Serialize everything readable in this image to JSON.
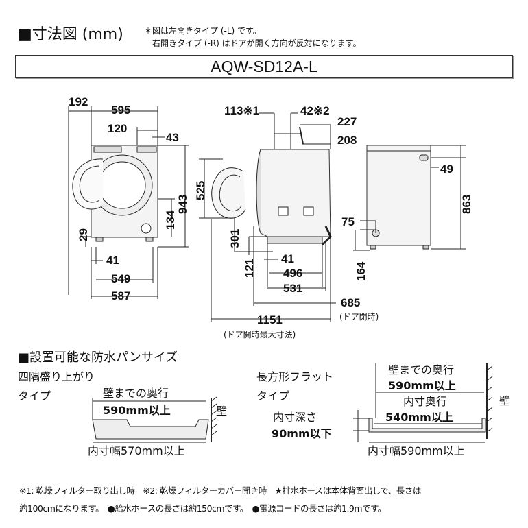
{
  "header": {
    "title": "■寸法図 (mm)",
    "note_line1": "＊図は左開きタイプ (-L) です。",
    "note_line2": "右開きタイプ (-R) はドアが開く方向が反対になります。",
    "model": "AQW-SD12A-L"
  },
  "front_view": {
    "d192": "192",
    "d595": "595",
    "d120": "120",
    "d43": "43",
    "d943": "943",
    "d134": "134",
    "d29": "29",
    "d41": "41",
    "d549": "549",
    "d587": "587"
  },
  "side_view": {
    "d113": "113※1",
    "d42": "42※2",
    "d227": "227",
    "d208": "208",
    "d525": "525",
    "d301": "301",
    "d121": "121",
    "d41": "41",
    "d496": "496",
    "d531": "531",
    "d685": "685",
    "door_closed": "(ドア閉時)",
    "d1151": "1151",
    "door_open_max": "(ドア開時最大寸法)"
  },
  "rear_view": {
    "d49": "49",
    "d863": "863",
    "d75": "75",
    "d164": "164"
  },
  "pan": {
    "title": "■設置可能な防水パンサイズ",
    "type1": {
      "name_line1": "四隅盛り上がり",
      "name_line2": "タイプ",
      "depth_label": "壁までの奥行",
      "depth_value": "590mm以上",
      "wall": "壁",
      "width": "内寸幅570mm以上"
    },
    "type2": {
      "name_line1": "長方形フラット",
      "name_line2": "タイプ",
      "depth_label": "壁までの奥行",
      "depth_value": "590mm以上",
      "inner_depth_label": "内寸奥行",
      "inner_depth_value": "540mm以上",
      "inner_height_label": "内寸深さ",
      "inner_height_value": "90mm以下",
      "wall": "壁",
      "width": "内寸幅590mm以上"
    }
  },
  "footnotes": {
    "line1": "※1: 乾燥フィルター取り出し時　※2: 乾燥フィルターカバー開き時　★排水ホースは本体背面出しで、長さは",
    "line2": "約100cmになります。　●給水ホースの長さは約150cmです。　●電源コードの長さは約1.9mです。"
  }
}
